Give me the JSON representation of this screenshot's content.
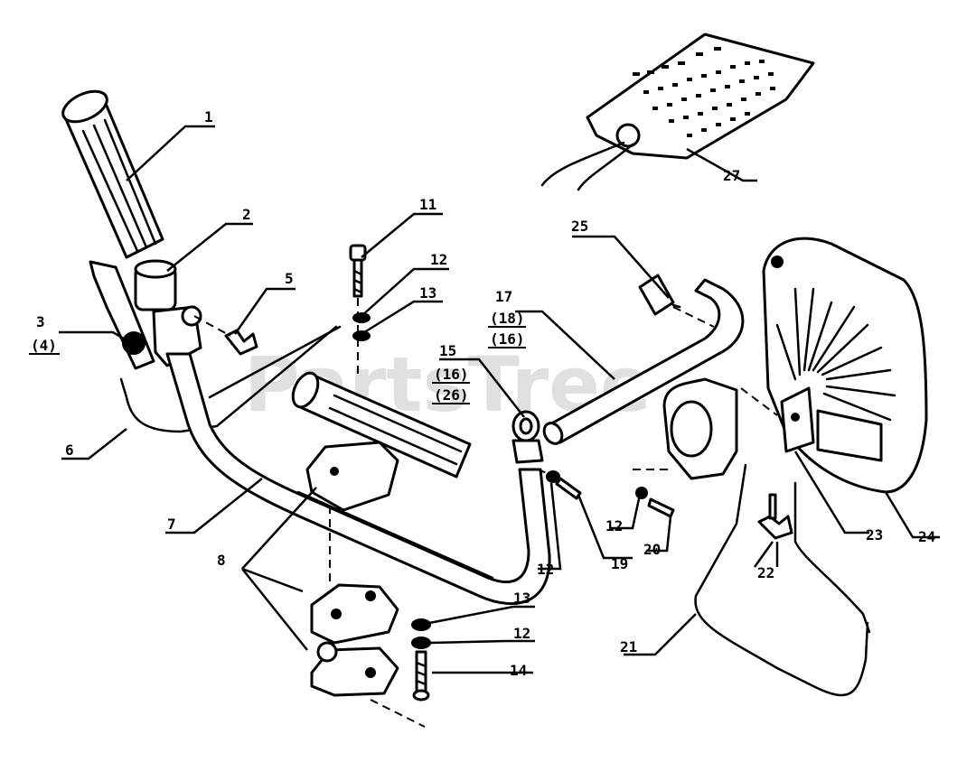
{
  "watermark": "PartsTree",
  "labels": {
    "l1": "1",
    "l2": "2",
    "l3": "3",
    "l4": "(4)",
    "l5": "5",
    "l6": "6",
    "l7": "7",
    "l8": "8",
    "l11": "11",
    "l12a": "12",
    "l13a": "13",
    "l15": "15",
    "l15b": "(16)",
    "l15c": "(26)",
    "l17": "17",
    "l17b": "(18)",
    "l17c": "(16)",
    "l25": "25",
    "l27": "27",
    "l12b": "12",
    "l19": "19",
    "l12c": "12",
    "l20": "20",
    "l13b": "13",
    "l12d": "12",
    "l14": "14",
    "l21": "21",
    "l22": "22",
    "l23": "23",
    "l24": "24"
  }
}
